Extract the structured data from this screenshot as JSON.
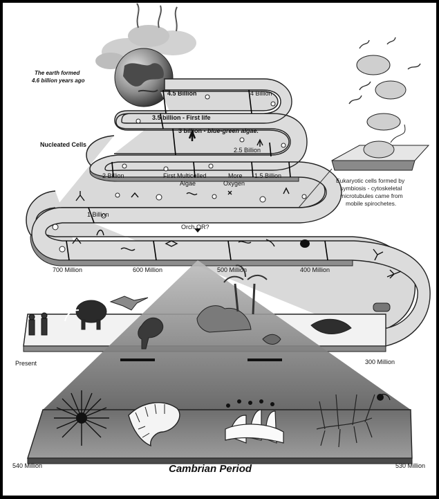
{
  "earth_label_line1": "The earth formed",
  "earth_label_line2": "4.6 billion years ago",
  "milestones": {
    "b45": "4.5 Billion",
    "b4": "4 Billion",
    "b35": "3.5 billion - First life",
    "b3_prefix": "3 billion - ",
    "b3_suffix": "blue-green algae.",
    "nucleated": "Nucleated Cells",
    "b25": "2.5 Billion",
    "b2": "2 Billion",
    "multicelled_1": "First Multicelled",
    "multicelled_2": "Algae",
    "oxygen_1": "More",
    "oxygen_2": "Oxygen",
    "b15": "1.5 Billion",
    "b1": "1 Billion",
    "orch": "Orch OR?",
    "m700": "700 Million",
    "m600": "600 Million",
    "m500": "500 Million",
    "m400": "400 Million",
    "m300": "300 Million",
    "present": "Present"
  },
  "eukaryotic_note": {
    "line1": "Eukaryotic cells formed by",
    "line2": "symbiosis - cytoskeletal",
    "line3": "microtubules came from",
    "line4": "mobile spirochetes."
  },
  "cambrian": {
    "title": "Cambrian Period",
    "left": "540 Million",
    "right": "530 Million"
  },
  "colors": {
    "frame": "#000000",
    "paper": "#ffffff",
    "band": "#d9d9d9",
    "shadow": "#8a8a8a"
  }
}
